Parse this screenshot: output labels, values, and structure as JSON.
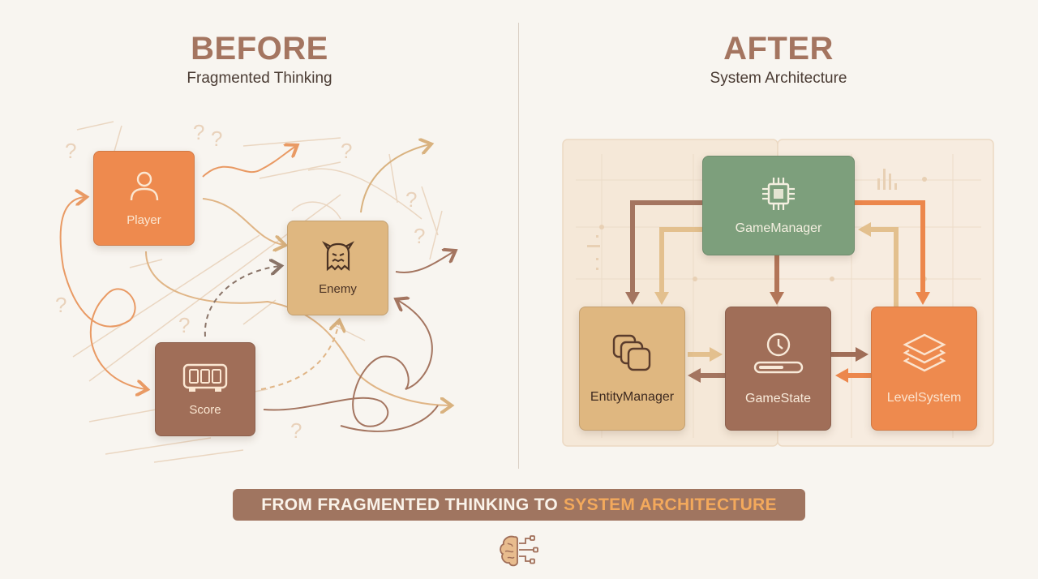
{
  "before": {
    "title": "BEFORE",
    "subtitle": "Fragmented Thinking",
    "nodes": [
      {
        "label": "Player",
        "icon": "user-icon",
        "color": "#ee8a4e"
      },
      {
        "label": "Enemy",
        "icon": "monster-icon",
        "color": "#dfb780"
      },
      {
        "label": "Score",
        "icon": "scoreboard-icon",
        "color": "#a06e58"
      }
    ]
  },
  "after": {
    "title": "AFTER",
    "subtitle": "System Architecture",
    "nodes": [
      {
        "label": "GameManager",
        "icon": "chip-icon",
        "color": "#7d9f7c"
      },
      {
        "label": "EntityManager",
        "icon": "stacked-cards-icon",
        "color": "#dfb780"
      },
      {
        "label": "GameState",
        "icon": "clock-progress-icon",
        "color": "#a06e58"
      },
      {
        "label": "LevelSystem",
        "icon": "layers-icon",
        "color": "#ee8a4e"
      }
    ]
  },
  "banner": {
    "lead": "FROM FRAGMENTED THINKING TO",
    "highlight": "SYSTEM ARCHITECTURE"
  },
  "footer_icon": "brain-circuit-icon",
  "colors": {
    "background": "#f8f5f0",
    "title": "#a47560",
    "orange": "#ee8a4e",
    "tan": "#dfb780",
    "brown": "#a06e58",
    "green": "#7d9f7c",
    "highlight": "#f3a95c"
  }
}
